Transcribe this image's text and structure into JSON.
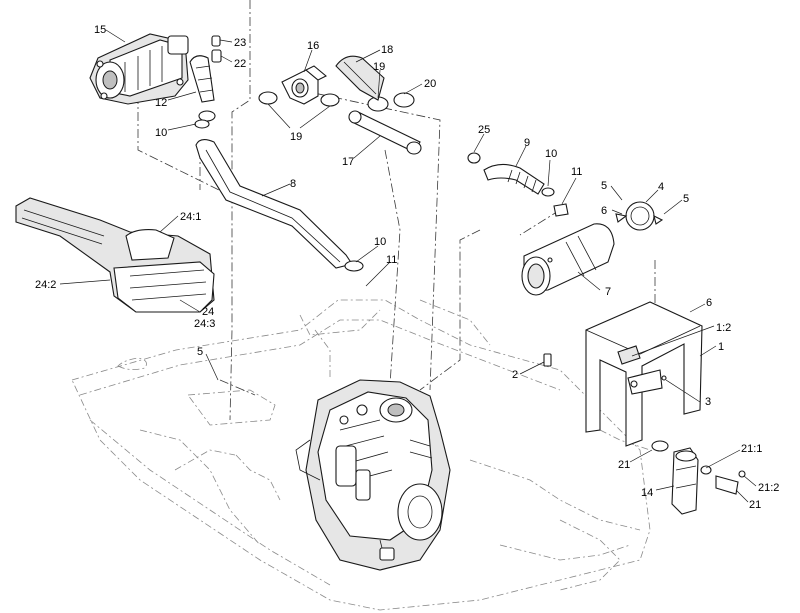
{
  "callouts": [
    {
      "id": "c15",
      "text": "15"
    },
    {
      "id": "c23",
      "text": "23"
    },
    {
      "id": "c22",
      "text": "22"
    },
    {
      "id": "c16",
      "text": "16"
    },
    {
      "id": "c18",
      "text": "18"
    },
    {
      "id": "c19a",
      "text": "19"
    },
    {
      "id": "c20",
      "text": "20"
    },
    {
      "id": "c12",
      "text": "12"
    },
    {
      "id": "c10a",
      "text": "10"
    },
    {
      "id": "c19b",
      "text": "19"
    },
    {
      "id": "c17",
      "text": "17"
    },
    {
      "id": "c25",
      "text": "25"
    },
    {
      "id": "c9",
      "text": "9"
    },
    {
      "id": "c10b",
      "text": "10"
    },
    {
      "id": "c11a",
      "text": "11"
    },
    {
      "id": "c5a",
      "text": "5"
    },
    {
      "id": "c4",
      "text": "4"
    },
    {
      "id": "c5b",
      "text": "5"
    },
    {
      "id": "c6a",
      "text": "6"
    },
    {
      "id": "c8",
      "text": "8"
    },
    {
      "id": "c24_1",
      "text": "24:1"
    },
    {
      "id": "c10c",
      "text": "10"
    },
    {
      "id": "c11b",
      "text": "11"
    },
    {
      "id": "c7",
      "text": "7"
    },
    {
      "id": "c24_2",
      "text": "24:2"
    },
    {
      "id": "c24",
      "text": "24"
    },
    {
      "id": "c24_3",
      "text": "24:3"
    },
    {
      "id": "c6b",
      "text": "6"
    },
    {
      "id": "c1_2",
      "text": "1:2"
    },
    {
      "id": "c1",
      "text": "1"
    },
    {
      "id": "c5c",
      "text": "5"
    },
    {
      "id": "c2",
      "text": "2"
    },
    {
      "id": "c3",
      "text": "3"
    },
    {
      "id": "c21_1",
      "text": "21:1"
    },
    {
      "id": "c21a",
      "text": "21"
    },
    {
      "id": "c14",
      "text": "14"
    },
    {
      "id": "c21_2",
      "text": "21:2"
    },
    {
      "id": "c21b",
      "text": "21"
    }
  ]
}
